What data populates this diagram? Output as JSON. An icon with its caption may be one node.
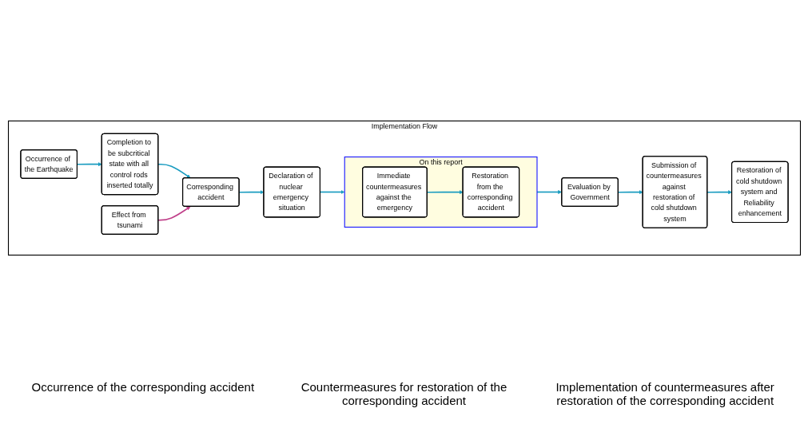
{
  "diagram": {
    "nodes": [
      {
        "text": [
          "Implementation Flow"
        ]
      },
      {
        "text": [
          "Occurrence of the Earthquake"
        ],
        "in": 0
      },
      {
        "text": [
          "Completion to be subcritical state with all control rods inserted totally"
        ],
        "in": 0
      },
      {
        "text": [
          "Corresponding accident"
        ],
        "in": 0
      },
      {
        "text": [
          "Effect from tsunami"
        ],
        "in": 0
      },
      {
        "text": [
          "Declaration of nuclear emergency situation"
        ],
        "in": 0
      },
      {
        "text": [
          "On this report"
        ],
        "in": 0
      },
      {
        "text": [
          "Immediate countermeasures against the emergency"
        ],
        "in": 6
      },
      {
        "text": [
          "Restoration from the corresponding accident"
        ],
        "in": 6
      },
      {
        "text": [
          "Evaluation by Government"
        ],
        "in": 0
      },
      {
        "text": [
          "Submission of countermeasures against restoration of cold shutdown system"
        ],
        "in": 0
      },
      {
        "text": [
          "Restoration of cold shutdown system and Reliability enhancement"
        ],
        "in": 0
      }
    ],
    "edges": [
      {
        "from": 1,
        "to": 2,
        "arrow": "to"
      },
      {
        "from": 2,
        "to": 3,
        "arrow": "to"
      },
      {
        "from": 4,
        "to": 3,
        "arrow": "to",
        "color": "#c0408a"
      },
      {
        "from": 3,
        "to": 5,
        "arrow": "to"
      },
      {
        "from": 5,
        "to": 6,
        "arrow": "to"
      },
      {
        "from": 7,
        "to": 8,
        "arrow": "to"
      },
      {
        "from": 6,
        "to": 9,
        "arrow": "to"
      },
      {
        "from": 9,
        "to": 10,
        "arrow": "to"
      },
      {
        "from": 10,
        "to": 11,
        "arrow": "to"
      }
    ],
    "labels": [
      "Occurrence of the corresponding accident",
      "Countermeasures for restoration of the corresponding accident",
      "Implementation of countermeasures after restoration of the corresponding accident"
    ]
  }
}
